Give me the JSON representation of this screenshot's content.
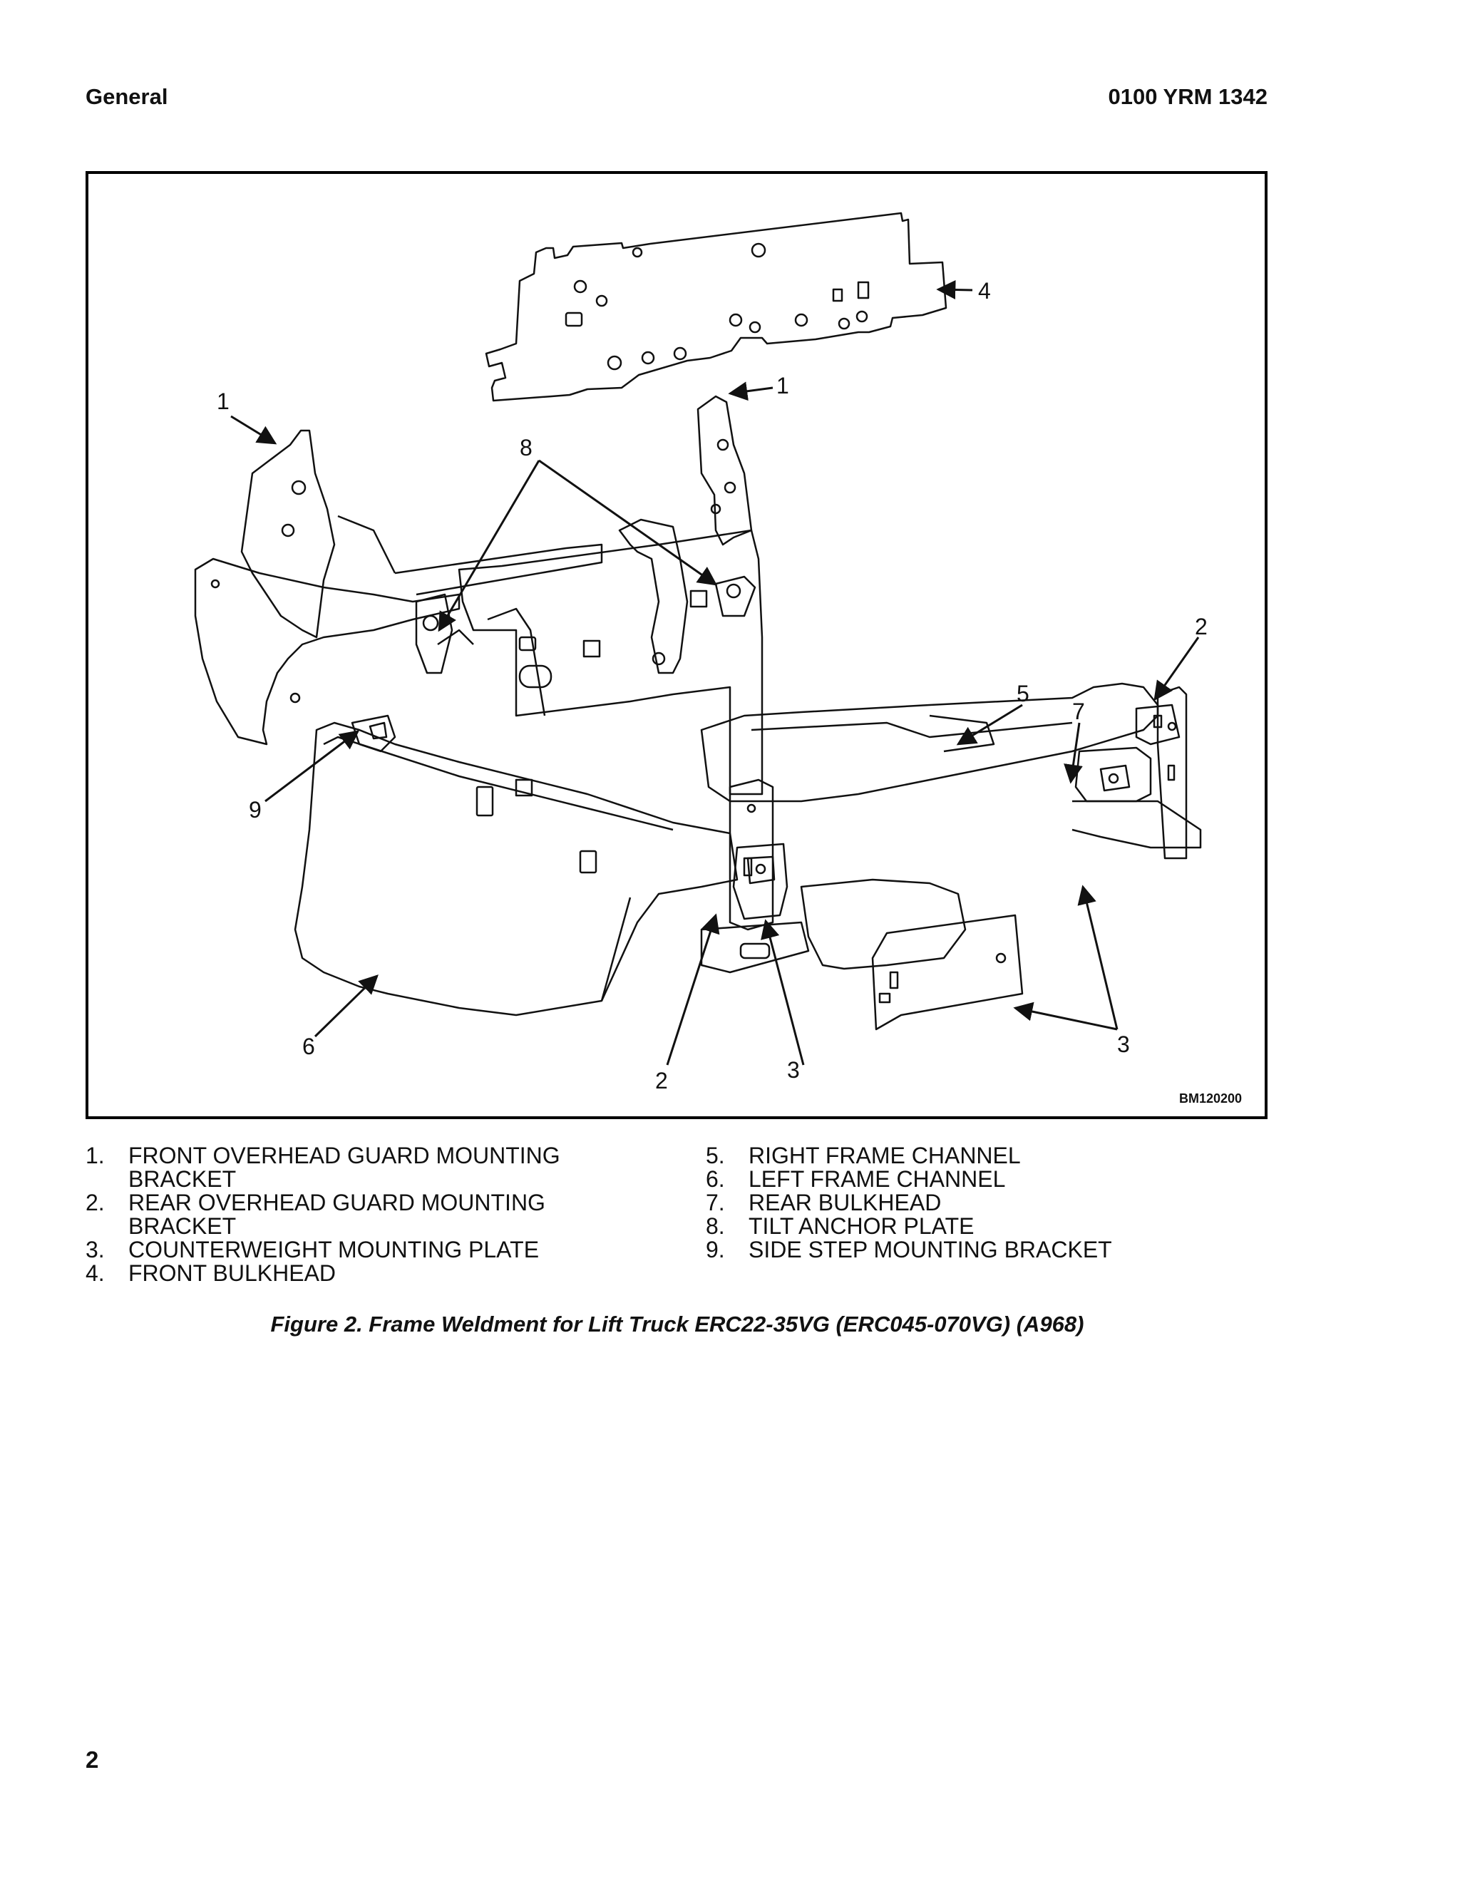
{
  "header": {
    "section": "General",
    "doc_id": "0100 YRM 1342"
  },
  "figure": {
    "code": "BM120200",
    "callouts": [
      "1",
      "1",
      "8",
      "4",
      "2",
      "5",
      "7",
      "9",
      "6",
      "2",
      "3",
      "3"
    ]
  },
  "legend": {
    "left": [
      {
        "num": "1.",
        "text": "FRONT OVERHEAD GUARD MOUNTING BRACKET"
      },
      {
        "num": "2.",
        "text": "REAR OVERHEAD GUARD MOUNTING BRACKET"
      },
      {
        "num": "3.",
        "text": "COUNTERWEIGHT MOUNTING PLATE"
      },
      {
        "num": "4.",
        "text": "FRONT BULKHEAD"
      }
    ],
    "right": [
      {
        "num": "5.",
        "text": "RIGHT FRAME CHANNEL"
      },
      {
        "num": "6.",
        "text": "LEFT FRAME CHANNEL"
      },
      {
        "num": "7.",
        "text": "REAR BULKHEAD"
      },
      {
        "num": "8.",
        "text": "TILT ANCHOR PLATE"
      },
      {
        "num": "9.",
        "text": "SIDE STEP MOUNTING BRACKET"
      }
    ]
  },
  "caption": "Figure 2. Frame Weldment for Lift Truck ERC22-35VG (ERC045-070VG) (A968)",
  "page_number": "2"
}
